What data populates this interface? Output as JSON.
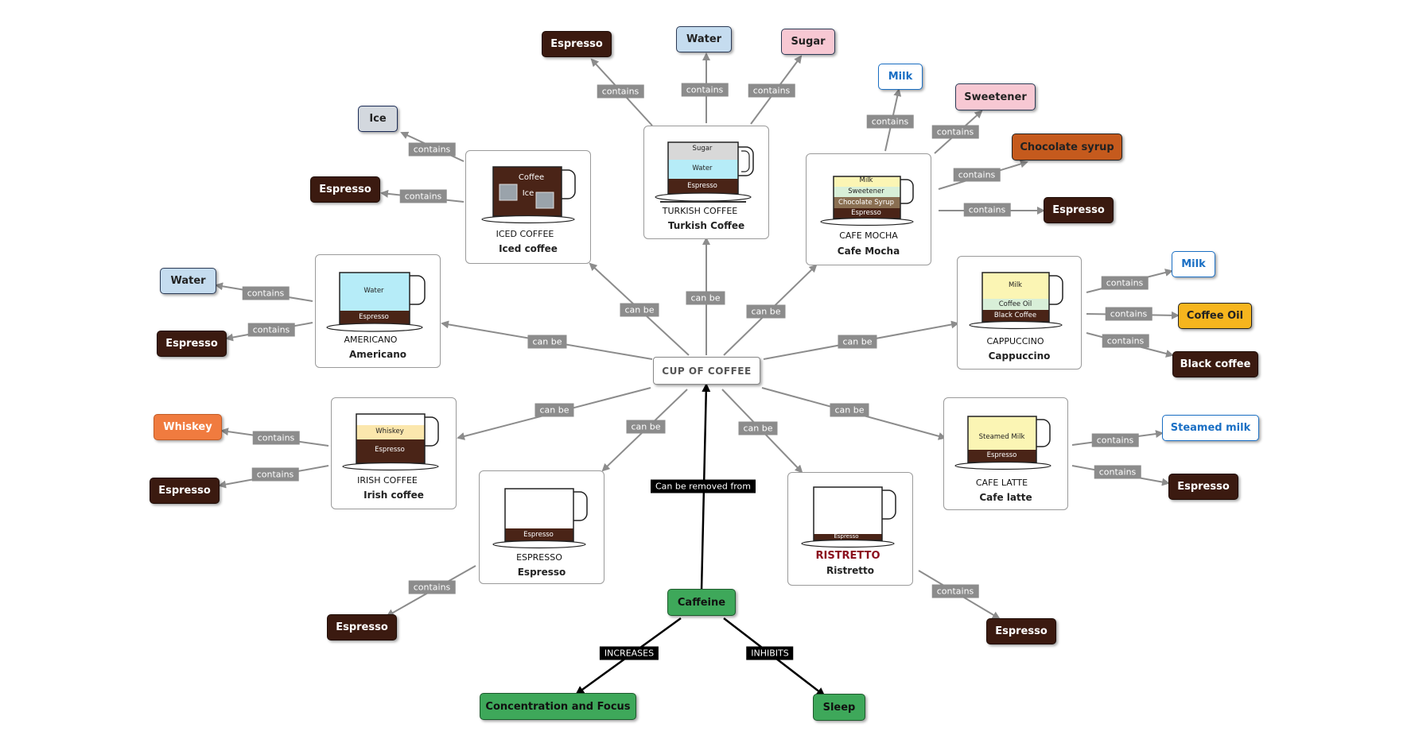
{
  "colors": {
    "espresso": "#3b1a10",
    "water_node": "#c5dcef",
    "sugar_node": "#f7c8d3",
    "chocolate_node": "#c55a1d",
    "whiskey_node": "#f07b3f",
    "coffee_oil_node": "#f6b51e",
    "caffeine_node": "#3ea85a",
    "milk_link": "#1a6fc4",
    "edge_label_bg": "#8c8c8c"
  },
  "center": {
    "label": "CUP OF COFFEE"
  },
  "caffeine": {
    "label": "Caffeine",
    "to_center_label": "Can be removed from",
    "increases_label": "INCREASES",
    "inhibits_label": "INHIBITS",
    "concentration": "Concentration and Focus",
    "sleep": "Sleep"
  },
  "edge_labels": {
    "can_be": "can be",
    "contains": "contains"
  },
  "drinks": {
    "turkish": {
      "caption_upper": "TURKISH COFFEE",
      "caption": "Turkish Coffee",
      "layers": [
        "Sugar",
        "Water",
        "Espresso"
      ],
      "ingredients": [
        "Espresso",
        "Water",
        "Sugar"
      ]
    },
    "mocha": {
      "caption_upper": "CAFE MOCHA",
      "caption": "Cafe Mocha",
      "layers": [
        "Milk",
        "Sweetener",
        "Chocolate Syrup",
        "Espresso"
      ],
      "ingredients": [
        "Milk",
        "Sweetener",
        "Chocolate syrup",
        "Espresso"
      ]
    },
    "iced": {
      "caption_upper": "ICED COFFEE",
      "caption": "Iced coffee",
      "layers": [
        "Coffee",
        "Ice"
      ],
      "ingredients": [
        "Ice",
        "Espresso"
      ]
    },
    "americano": {
      "caption_upper": "AMERICANO",
      "caption": "Americano",
      "layers": [
        "Water",
        "Espresso"
      ],
      "ingredients": [
        "Water",
        "Espresso"
      ]
    },
    "cappuccino": {
      "caption_upper": "CAPPUCCINO",
      "caption": "Cappuccino",
      "layers": [
        "Milk",
        "Coffee Oil",
        "Black Coffee"
      ],
      "ingredients": [
        "Milk",
        "Coffee Oil",
        "Black coffee"
      ]
    },
    "irish": {
      "caption_upper": "IRISH COFFEE",
      "caption": "Irish coffee",
      "layers": [
        "Whiskey",
        "Espresso"
      ],
      "ingredients": [
        "Whiskey",
        "Espresso"
      ]
    },
    "latte": {
      "caption_upper": "CAFE LATTE",
      "caption": "Cafe latte",
      "layers": [
        "Steamed Milk",
        "Espresso"
      ],
      "ingredients": [
        "Steamed milk",
        "Espresso"
      ]
    },
    "espresso": {
      "caption_upper": "ESPRESSO",
      "caption": "Espresso",
      "layers": [
        "Espresso"
      ],
      "ingredients": [
        "Espresso"
      ]
    },
    "ristretto": {
      "caption_upper": "RISTRETTO",
      "caption": "Ristretto",
      "layers": [
        "Espresso"
      ],
      "ingredients": [
        "Espresso"
      ]
    }
  }
}
